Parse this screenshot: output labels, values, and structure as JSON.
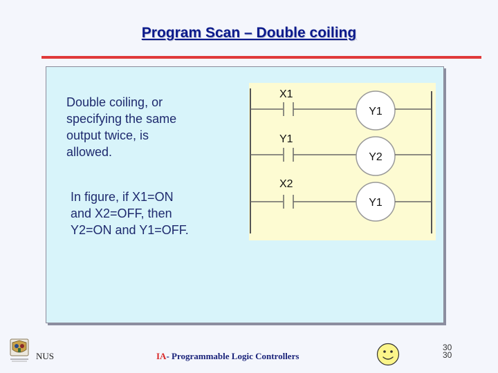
{
  "slide": {
    "title": "Program Scan – Double coiling",
    "para1": "Double coiling, or\nspecifying the same\noutput twice, is\nallowed.",
    "para2": "In figure, if X1=ON\nand X2=OFF, then\nY2=ON and Y1=OFF."
  },
  "ladder": {
    "rungs": [
      {
        "contact": "X1",
        "coil": "Y1"
      },
      {
        "contact": "Y1",
        "coil": "Y2"
      },
      {
        "contact": "X2",
        "coil": "Y1"
      }
    ]
  },
  "footer": {
    "org": "NUS",
    "course_prefix": "IA",
    "course_rest": "- Programmable Logic Controllers",
    "page_a": "30",
    "page_b": "30"
  },
  "colors": {
    "title": "#0b1a8c",
    "rule": "#e03a3a",
    "panel": "#d8f4fa",
    "ladder_bg": "#fdfbd2",
    "smiley": "#fbf58a"
  },
  "icons": {
    "logo": "university-crest-icon",
    "smiley": "smiley-face-icon"
  }
}
